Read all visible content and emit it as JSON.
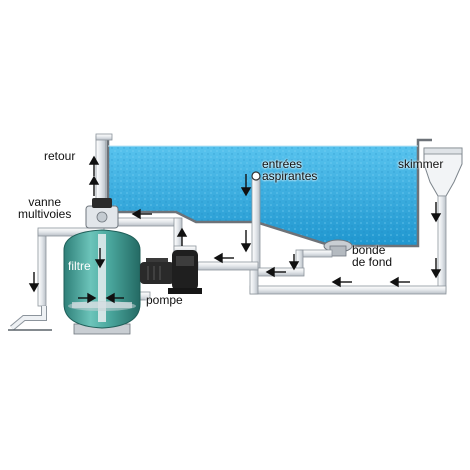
{
  "labels": {
    "retour": "retour",
    "entrees_line1": "entrées",
    "entrees_line2": "aspirantes",
    "skimmer": "skimmer",
    "vanne_line1": "vanne",
    "vanne_line2": "multivoies",
    "filtre": "filtre",
    "pompe": "pompe",
    "bonde_line1": "bonde",
    "bonde_line2": "de fond"
  },
  "colors": {
    "water": "#2fa8dc",
    "pool_wall": "#6d7278",
    "pipe": "#e4e8ec",
    "pipe_edge": "#8c949c",
    "filter_tank": "#3f9b92",
    "pump": "#2a2a2a",
    "arrow": "#111111"
  },
  "icons": [
    "flow-arrow",
    "pump-motor",
    "sand-filter",
    "skimmer-basket",
    "floor-drain"
  ]
}
